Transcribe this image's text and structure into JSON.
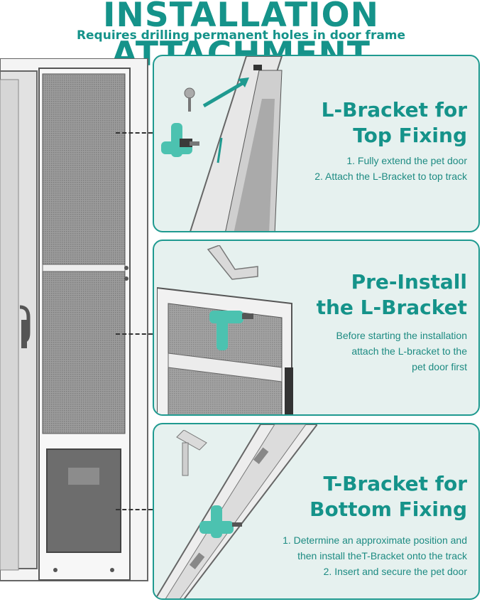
{
  "header": {
    "title": "INSTALLATION ATTACHMENT",
    "subtitle": "Requires drilling permanent holes in door frame"
  },
  "steps": [
    {
      "title_line1": "L-Bracket for",
      "title_line2": "Top Fixing",
      "desc_lines": [
        "1. Fully extend the pet door",
        "2. Attach the L-Bracket to top track"
      ]
    },
    {
      "title_line1": "Pre-Install",
      "title_line2": "the L-Bracket",
      "desc_lines": [
        "Before starting the installation",
        "attach the L-bracket to the",
        "pet door first"
      ]
    },
    {
      "title_line1": "T-Bracket for",
      "title_line2": "Bottom Fixing",
      "desc_lines": [
        "1. Determine an approximate position and",
        "then install theT-Bracket onto the track",
        "2. Insert and secure the pet door"
      ]
    }
  ],
  "colors": {
    "accent": "#15938a",
    "panel_bg": "#e6f1ef",
    "drill": "#4cc2b0"
  },
  "icons": [
    "sliding-door-illustration",
    "drill-icon",
    "l-bracket-icon",
    "t-bracket-icon",
    "screw-icon",
    "arrow-icon"
  ]
}
